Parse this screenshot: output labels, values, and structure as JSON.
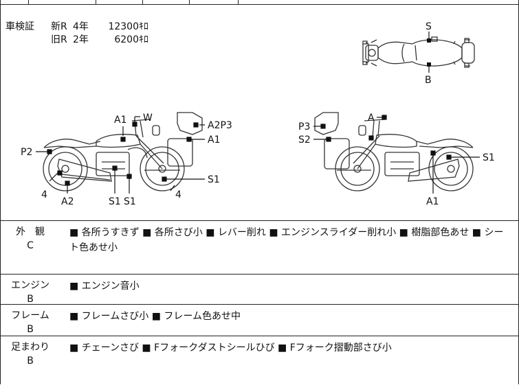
{
  "shaken": {
    "label": "車検証",
    "rows": [
      {
        "era": "新R",
        "year": "4年",
        "km": "12300ｷﾛ"
      },
      {
        "era": "旧R",
        "year": "2年",
        "km": "6200ｷﾛ"
      }
    ]
  },
  "top_view": {
    "top_mark": "S",
    "bottom_mark": "B"
  },
  "left_view": {
    "marks": {
      "m1": "A1",
      "m2": "W",
      "m3": "A2P3",
      "m4": "A1",
      "m5": "P2",
      "m6": "4",
      "m7": "A2",
      "m8": "S1",
      "m9": "S1",
      "m10": "4",
      "m11": "S1"
    }
  },
  "right_view": {
    "marks": {
      "m1": "A",
      "m2": "P3",
      "m3": "S2",
      "m4": "S1",
      "m5": "A1"
    }
  },
  "conditions": [
    {
      "category": "外　観",
      "grade": "C",
      "notes": "■ 各所うすきず ■ 各所さび小 ■ レバー削れ ■ エンジンスライダー削れ小 ■ 樹脂部色あせ ■ シート色あせ小"
    },
    {
      "category": "エンジン",
      "grade": "B",
      "notes": "■ エンジン音小"
    },
    {
      "category": "フレーム",
      "grade": "B",
      "notes": "■ フレームさび小 ■ フレーム色あせ中"
    },
    {
      "category": "足まわり",
      "grade": "B",
      "notes": "■ チェーンさび ■ Fフォークダストシールひび ■ Fフォーク摺動部さび小"
    }
  ]
}
